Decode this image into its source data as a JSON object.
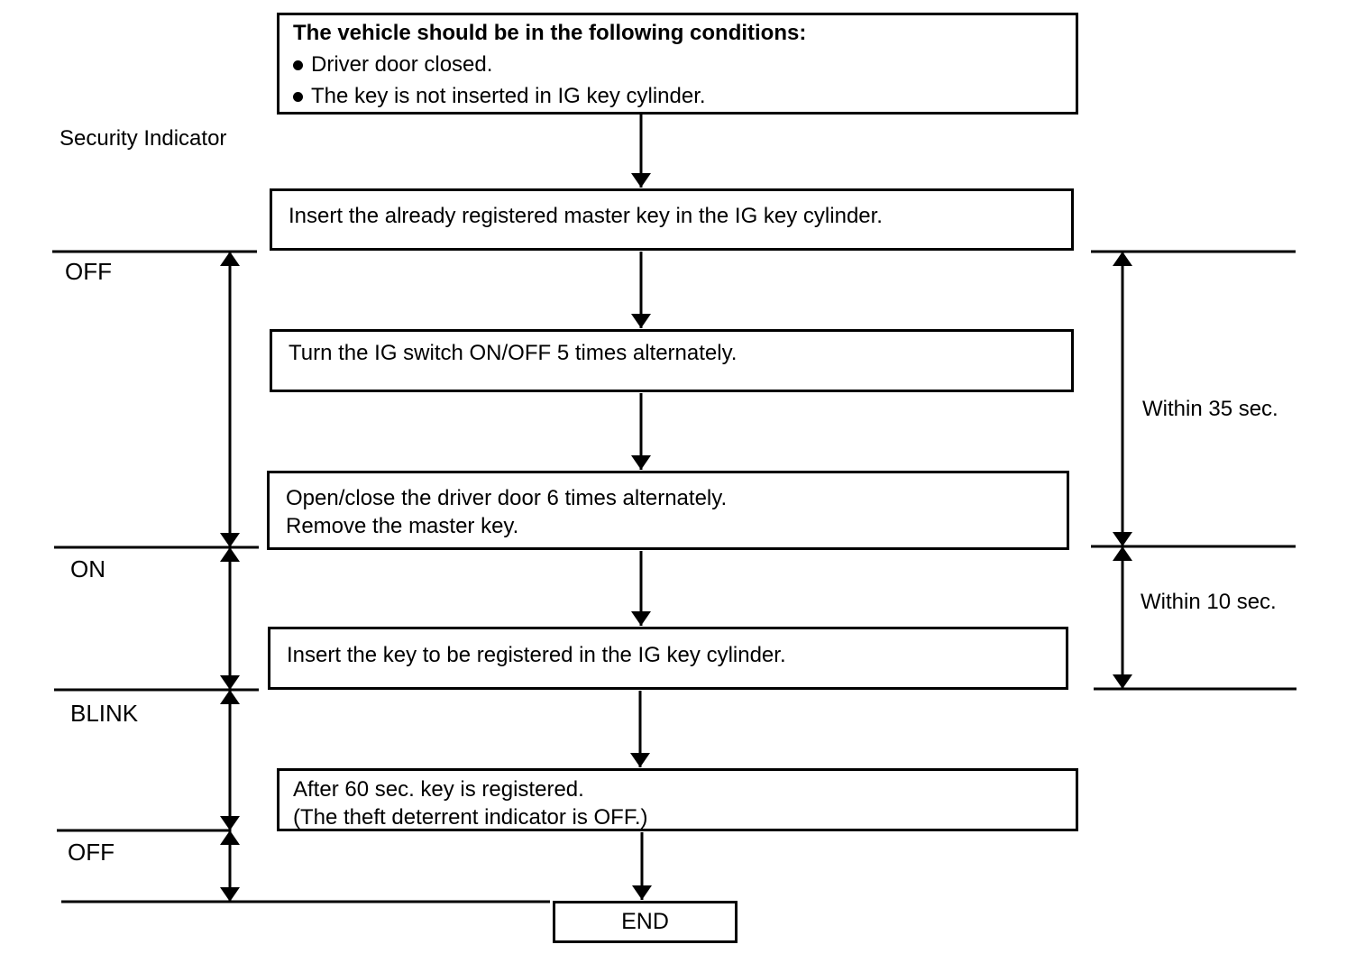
{
  "diagram": {
    "security_indicator_label": "Security Indicator",
    "conditions_box": {
      "title": "The vehicle should be in the following conditions:",
      "bullets": [
        "Driver door closed.",
        "The key is not inserted in IG key cylinder."
      ]
    },
    "steps": [
      {
        "lines": [
          "Insert the already registered master key in the IG key cylinder."
        ]
      },
      {
        "lines": [
          "Turn the IG switch ON/OFF 5 times alternately."
        ]
      },
      {
        "lines": [
          "Open/close the driver door 6 times alternately.",
          "Remove the master key."
        ]
      },
      {
        "lines": [
          "Insert the key to be registered in the IG key cylinder."
        ]
      },
      {
        "lines": [
          "After 60 sec. key is registered.",
          "(The theft deterrent indicator is OFF.)"
        ]
      }
    ],
    "end_box": {
      "label": "END"
    },
    "indicator_timeline": {
      "states": [
        {
          "label": "OFF"
        },
        {
          "label": "ON"
        },
        {
          "label": "BLINK"
        },
        {
          "label": "OFF"
        }
      ]
    },
    "timings": [
      {
        "label": "Within 35 sec."
      },
      {
        "label": "Within 10 sec."
      }
    ],
    "colors": {
      "ink": "#000000",
      "paper": "#ffffff"
    }
  }
}
